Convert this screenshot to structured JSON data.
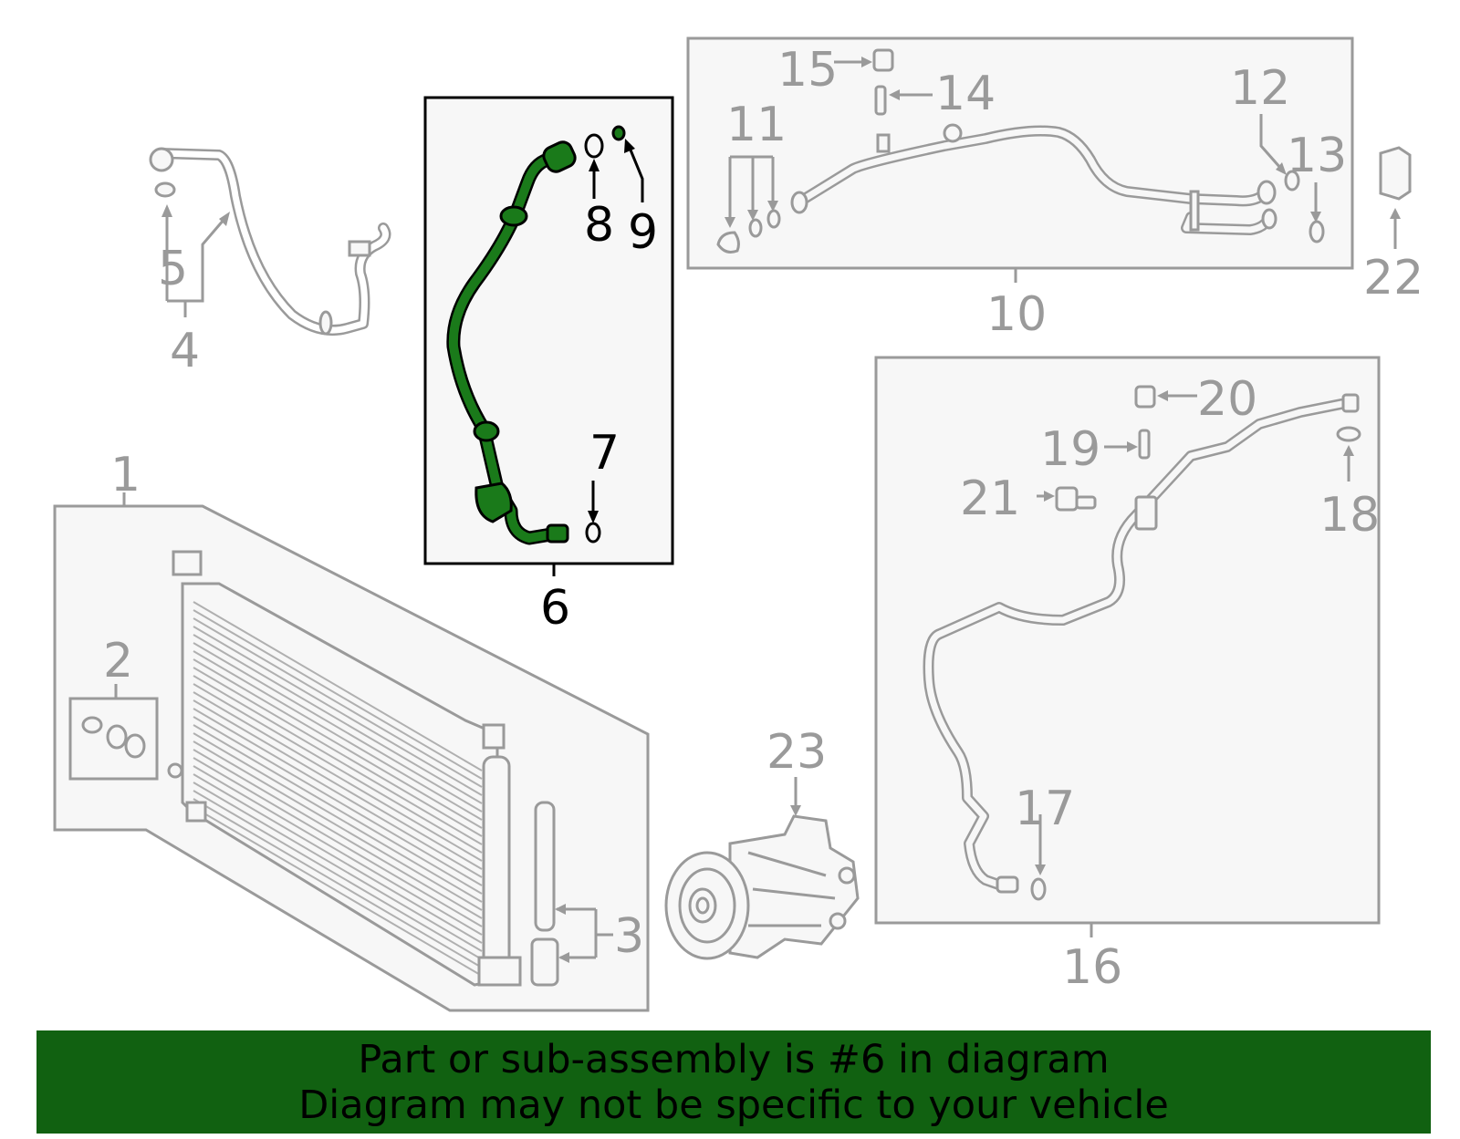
{
  "callouts": {
    "c1": "1",
    "c2": "2",
    "c3": "3",
    "c4": "4",
    "c5": "5",
    "c6": "6",
    "c7": "7",
    "c8": "8",
    "c9": "9",
    "c10": "10",
    "c11": "11",
    "c12": "12",
    "c13": "13",
    "c14": "14",
    "c15": "15",
    "c16": "16",
    "c17": "17",
    "c18": "18",
    "c19": "19",
    "c20": "20",
    "c21": "21",
    "c22": "22",
    "c23": "23"
  },
  "highlighted_part": "6",
  "colors": {
    "highlight": "#1a7a1a",
    "banner": "#116111",
    "line_art": "#9a9a9a"
  },
  "banner": {
    "line1": "Part or sub-assembly is #6 in diagram",
    "line2": "Diagram may not be specific to your vehicle"
  }
}
